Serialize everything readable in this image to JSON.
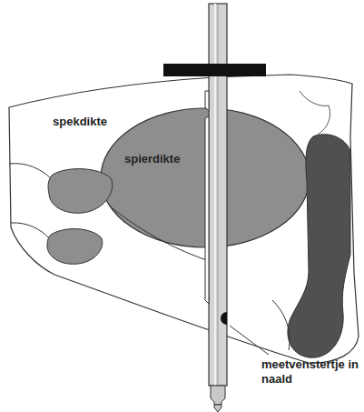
{
  "diagram": {
    "nodes": [
      {
        "text": [
          "spekdikte"
        ]
      },
      {
        "text": [
          "spierdikte"
        ],
        "in": 0
      }
    ],
    "labels": [
      "meetvenstertje in naald"
    ]
  }
}
